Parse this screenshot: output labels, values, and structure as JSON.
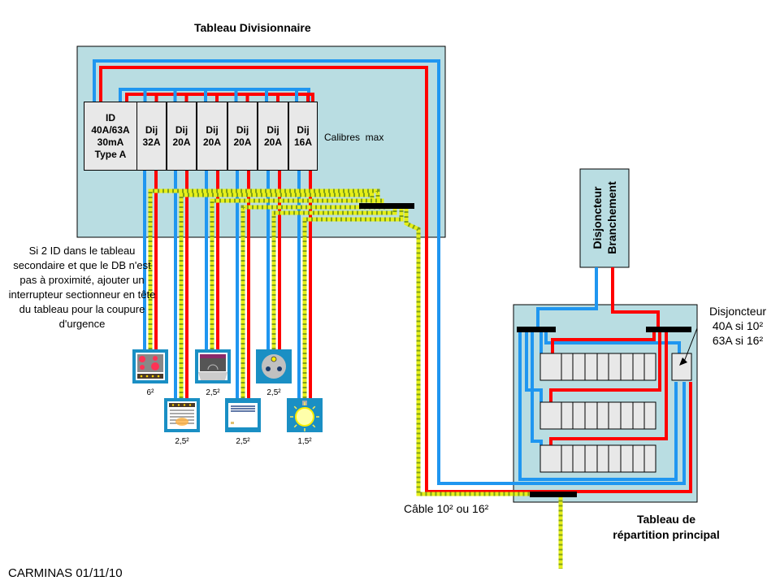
{
  "colors": {
    "panel_bg": "#b9dde2",
    "phase": "#ff0000",
    "neutral": "#1f96f0",
    "earth_a": "#e6ef1a",
    "earth_b": "#7fa018",
    "busbar": "#000000",
    "breaker_bg": "#e8e8e8",
    "device_frame": "#1a8fc4"
  },
  "sub_panel": {
    "title": "Tableau Divisionnaire",
    "calibres_label": "Calibres  max",
    "breakers": [
      {
        "id": "id",
        "label": "ID\n40A/63A\n30mA\nType A"
      },
      {
        "id": "dij-1",
        "label": "Dij\n32A"
      },
      {
        "id": "dij-2",
        "label": "Dij\n20A"
      },
      {
        "id": "dij-3",
        "label": "Dij\n20A"
      },
      {
        "id": "dij-4",
        "label": "Dij\n20A"
      },
      {
        "id": "dij-5",
        "label": "Dij\n20A"
      },
      {
        "id": "dij-6",
        "label": "Dij\n16A"
      }
    ]
  },
  "note_left": "Si 2 ID dans le tableau secondaire et que le DB n'est pas à proximité, ajouter un interrupteur sectionneur en tête du tableau pour la coupure d'urgence",
  "devices": [
    {
      "id": "hob",
      "icon": "cooktop-icon",
      "section": "6²"
    },
    {
      "id": "oven",
      "icon": "oven-icon",
      "section": "2,5²"
    },
    {
      "id": "dishwasher",
      "icon": "dishwasher-icon",
      "section": "2,5²"
    },
    {
      "id": "washing",
      "icon": "appliance-icon",
      "section": "2,5²"
    },
    {
      "id": "socket",
      "icon": "socket-icon",
      "section": "2,5²"
    },
    {
      "id": "lighting",
      "icon": "light-bulb-icon",
      "section": "1,5²"
    }
  ],
  "branch_breaker": {
    "label_line1": "Disjoncteur",
    "label_line2": "Branchement"
  },
  "main_panel": {
    "title_line1": "Tableau de",
    "title_line2": "répartition principal",
    "rows": 3,
    "modules_per_row": 9
  },
  "breaker_note": {
    "line1": "Disjoncteur",
    "line2": "40A si 10²",
    "line3": "63A si 16²"
  },
  "cable_label": "Câble 10² ou 16²",
  "footer": "CARMINAS 01/11/10"
}
